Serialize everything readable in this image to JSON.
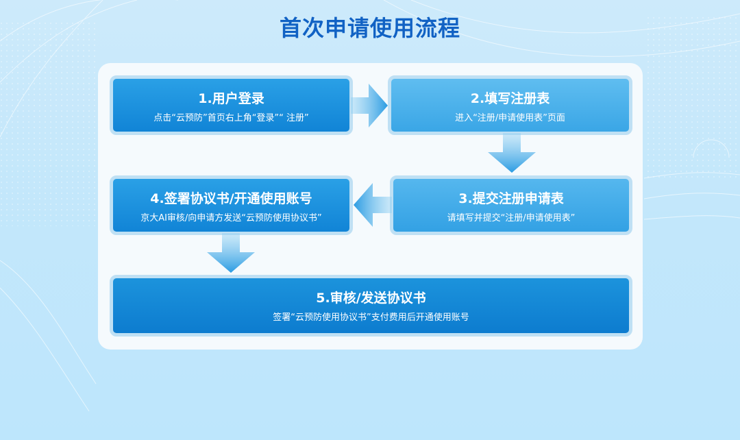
{
  "title": "首次申请使用流程",
  "steps": [
    {
      "title": "1.用户登录",
      "desc": "点击“云预防”首页右上角“登录”“ 注册”"
    },
    {
      "title": "2.填写注册表",
      "desc": "进入“注册/申请使用表”页面"
    },
    {
      "title": "3.提交注册申请表",
      "desc": "请填写并提交“注册/申请使用表”"
    },
    {
      "title": "4.签署协议书/开通使用账号",
      "desc": "京大AI审核/向申请方发送“云预防使用协议书”"
    },
    {
      "title": "5.审核/发送协议书",
      "desc": "签署“云预防使用协议书”支付费用后开通使用账号"
    }
  ],
  "colors": {
    "title": "#1162c4",
    "step_border": "#bfe0f4",
    "arrow": "#3aa3e4"
  },
  "icons": [
    "arrow-right-icon",
    "arrow-down-icon",
    "arrow-left-icon",
    "arrow-down-icon"
  ]
}
